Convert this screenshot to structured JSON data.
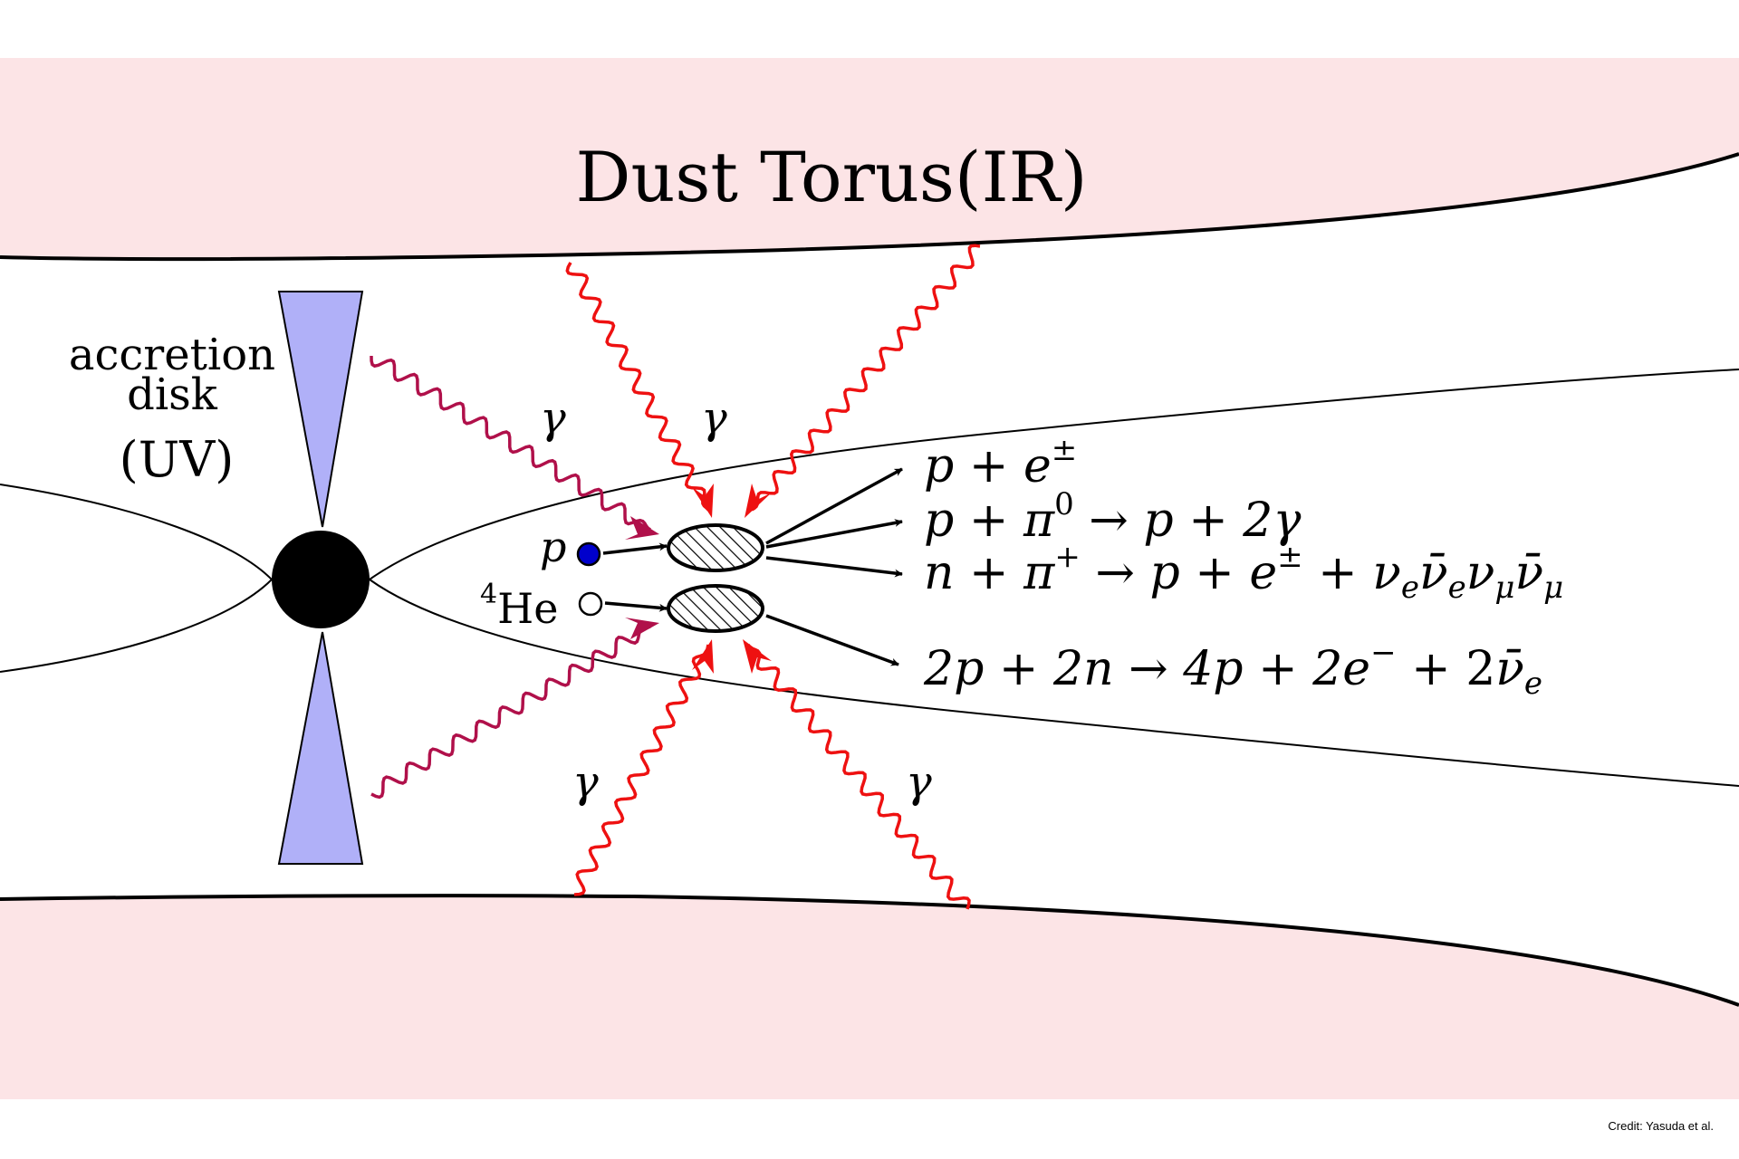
{
  "torus_label": "Dust Torus(IR)",
  "disk_label": {
    "line1": "accretion",
    "line2": "disk",
    "line3": "(UV)"
  },
  "gamma": "γ",
  "particles": {
    "proton": "p",
    "helium_sup": "4",
    "helium": "He"
  },
  "reactions": {
    "r1": {
      "a": "p",
      "op": " + ",
      "b": "e",
      "sup": "±"
    },
    "r2": {
      "a": "p",
      "op": " + ",
      "b": "π",
      "sup": "0",
      "rest": " → p + 2γ"
    },
    "r3": {
      "a": "n",
      "op": " + ",
      "b": "π",
      "sup": "+",
      "rest1": " → p + e",
      "sup2": "±",
      "rest2": " + ",
      "nu1": "ν",
      "nu1sub": "e",
      "nu2": "ν̄",
      "nu2sub": "e",
      "nu3": "ν",
      "nu3sub": "μ",
      "nu4": "ν̄",
      "nu4sub": "μ"
    },
    "r4": {
      "a": "2p + 2n → 4p + 2e",
      "sup": "−",
      "rest": " + 2",
      "nu": "ν̄",
      "nusub": "e"
    }
  },
  "credit": "Credit: Yasuda et al.",
  "colors": {
    "torus": "#fce4e6",
    "disk": "#b0b0f8",
    "photon_ir": "#ee1111",
    "photon_uv": "#b0104a",
    "proton": "#0000cc"
  }
}
